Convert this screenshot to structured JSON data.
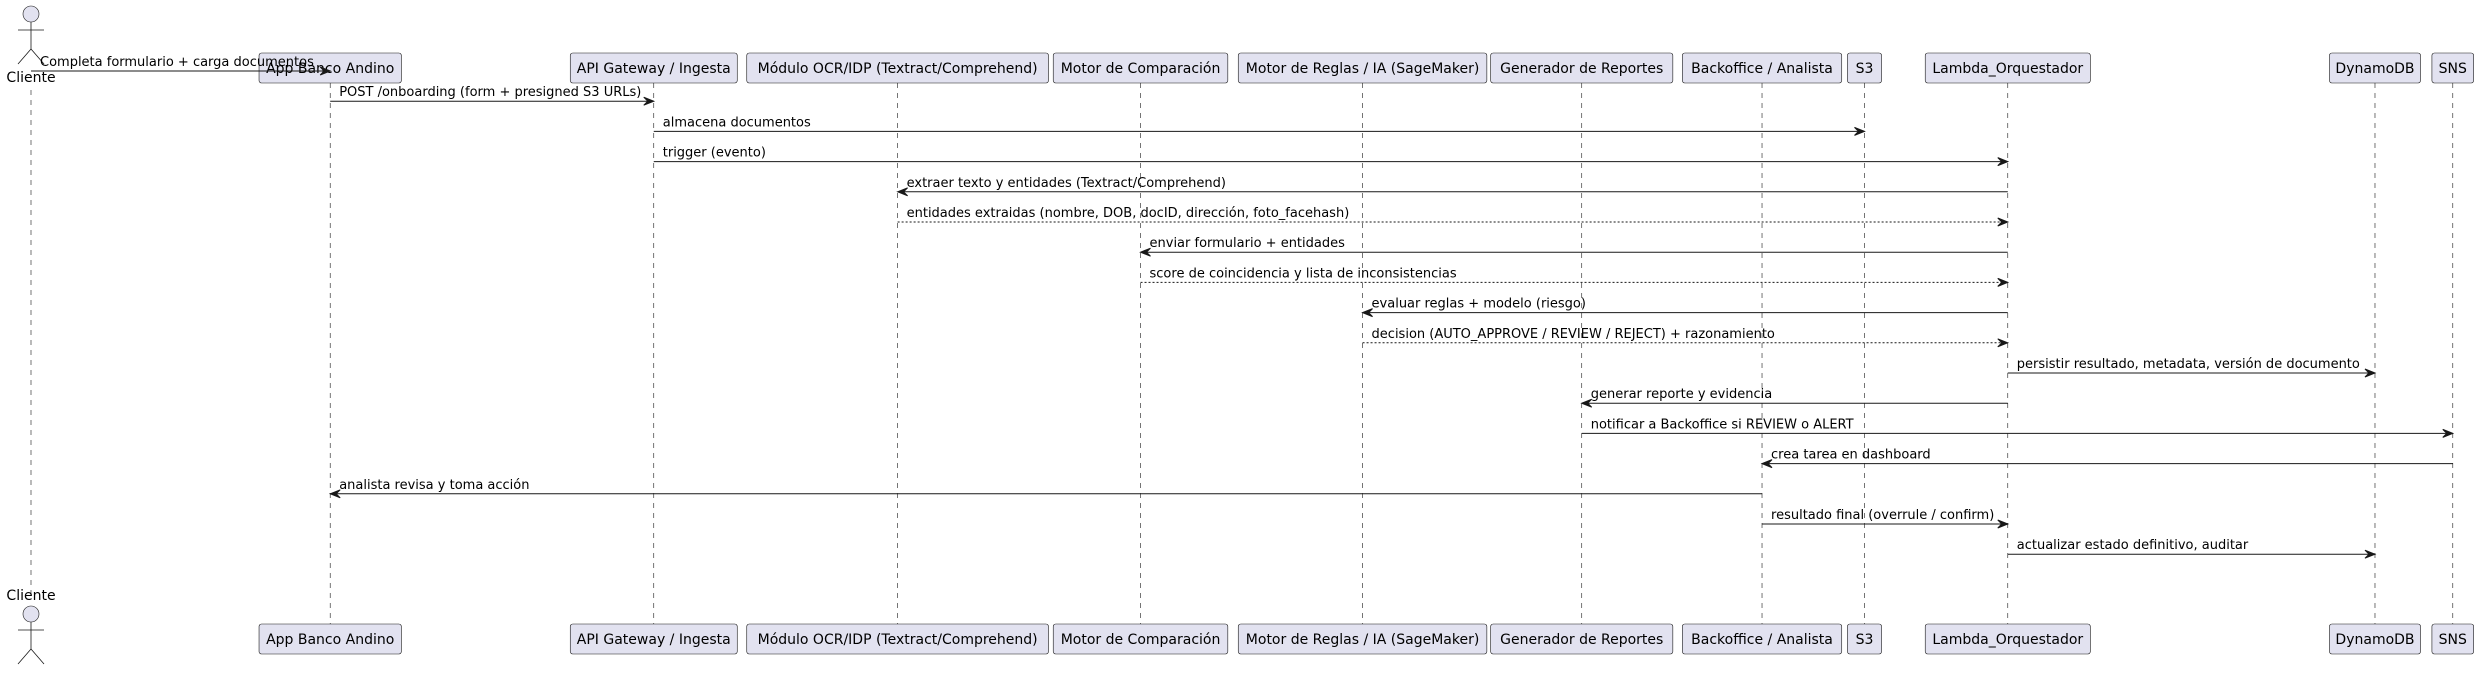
{
  "diagram": {
    "type": "sequence",
    "participants": [
      {
        "id": "cliente",
        "label": "Cliente",
        "kind": "actor"
      },
      {
        "id": "app",
        "label": "App Banco Andino",
        "kind": "participant"
      },
      {
        "id": "api",
        "label": "API Gateway / Ingesta",
        "kind": "participant"
      },
      {
        "id": "ocr",
        "label": "Módulo OCR/IDP (Textract/Comprehend)",
        "kind": "participant"
      },
      {
        "id": "comp",
        "label": "Motor de Comparación",
        "kind": "participant"
      },
      {
        "id": "reglas",
        "label": "Motor de Reglas / IA (SageMaker)",
        "kind": "participant"
      },
      {
        "id": "reportes",
        "label": "Generador de Reportes",
        "kind": "participant"
      },
      {
        "id": "backoffice",
        "label": "Backoffice / Analista",
        "kind": "participant"
      },
      {
        "id": "s3",
        "label": "S3",
        "kind": "participant"
      },
      {
        "id": "lambda",
        "label": "Lambda_Orquestador",
        "kind": "participant"
      },
      {
        "id": "dynamo",
        "label": "DynamoDB",
        "kind": "participant"
      },
      {
        "id": "sns",
        "label": "SNS",
        "kind": "participant"
      }
    ],
    "messages": [
      {
        "from": "cliente",
        "to": "app",
        "label": "Completa formulario + carga documentos",
        "style": "sync"
      },
      {
        "from": "app",
        "to": "api",
        "label": "POST /onboarding (form + presigned S3 URLs)",
        "style": "sync"
      },
      {
        "from": "api",
        "to": "s3",
        "label": "almacena documentos",
        "style": "sync"
      },
      {
        "from": "api",
        "to": "lambda",
        "label": "trigger (evento)",
        "style": "sync"
      },
      {
        "from": "lambda",
        "to": "ocr",
        "label": "extraer texto y entidades (Textract/Comprehend)",
        "style": "sync"
      },
      {
        "from": "ocr",
        "to": "lambda",
        "label": "entidades extraidas (nombre, DOB, docID, dirección, foto_facehash)",
        "style": "reply"
      },
      {
        "from": "lambda",
        "to": "comp",
        "label": "enviar formulario + entidades",
        "style": "sync"
      },
      {
        "from": "comp",
        "to": "lambda",
        "label": "score de coincidencia y lista de inconsistencias",
        "style": "reply"
      },
      {
        "from": "lambda",
        "to": "reglas",
        "label": "evaluar reglas + modelo (riesgo)",
        "style": "sync"
      },
      {
        "from": "reglas",
        "to": "lambda",
        "label": "decision (AUTO_APPROVE / REVIEW / REJECT) + razonamiento",
        "style": "reply"
      },
      {
        "from": "lambda",
        "to": "dynamo",
        "label": "persistir resultado, metadata, versión de documento",
        "style": "sync"
      },
      {
        "from": "lambda",
        "to": "reportes",
        "label": "generar reporte y evidencia",
        "style": "sync"
      },
      {
        "from": "reportes",
        "to": "sns",
        "label": "notificar a Backoffice si REVIEW o ALERT",
        "style": "sync"
      },
      {
        "from": "sns",
        "to": "backoffice",
        "label": "crea tarea en dashboard",
        "style": "sync"
      },
      {
        "from": "backoffice",
        "to": "app",
        "label": "analista revisa y toma acción",
        "style": "sync"
      },
      {
        "from": "backoffice",
        "to": "lambda",
        "label": "resultado final (overrule / confirm)",
        "style": "sync"
      },
      {
        "from": "lambda",
        "to": "dynamo",
        "label": "actualizar estado definitivo, auditar",
        "style": "sync"
      }
    ]
  }
}
